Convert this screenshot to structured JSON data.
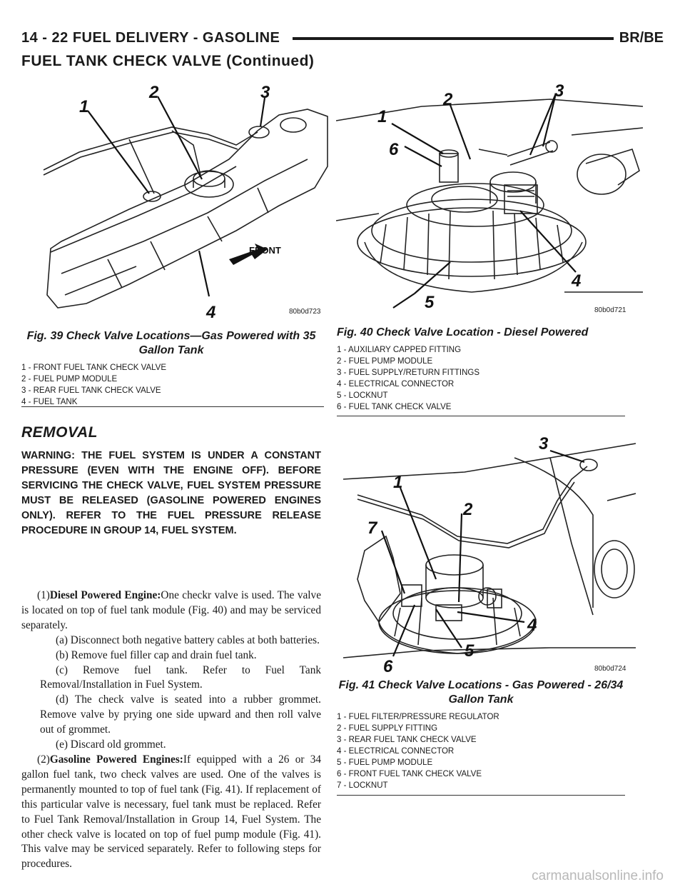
{
  "header": {
    "page_ref": "14 - 22   FUEL DELIVERY - GASOLINE",
    "code": "BR/BE"
  },
  "continued_title": "FUEL TANK CHECK VALVE (Continued)",
  "figures": {
    "fig39": {
      "callouts": [
        "1",
        "2",
        "3",
        "4"
      ],
      "front_label": "FRONT",
      "image_code": "80b0d723",
      "title": "Fig. 39 Check Valve Locations—Gas Powered with 35 Gallon Tank",
      "legend": [
        "1 - FRONT FUEL TANK CHECK VALVE",
        "2 - FUEL PUMP MODULE",
        "3 - REAR FUEL TANK CHECK VALVE",
        "4 - FUEL TANK"
      ]
    },
    "fig40": {
      "callouts": [
        "1",
        "2",
        "3",
        "4",
        "5",
        "6"
      ],
      "image_code": "80b0d721",
      "title": "Fig. 40 Check Valve Location - Diesel Powered",
      "legend": [
        "1 - AUXILIARY CAPPED FITTING",
        "2 - FUEL PUMP MODULE",
        "3 - FUEL SUPPLY/RETURN FITTINGS",
        "4 - ELECTRICAL CONNECTOR",
        "5 - LOCKNUT",
        "6 - FUEL TANK CHECK VALVE"
      ]
    },
    "fig41": {
      "callouts": [
        "1",
        "2",
        "3",
        "4",
        "5",
        "6",
        "7"
      ],
      "image_code": "80b0d724",
      "title": "Fig. 41 Check Valve Locations - Gas Powered - 26/34 Gallon Tank",
      "legend": [
        "1 - FUEL FILTER/PRESSURE REGULATOR",
        "2 - FUEL SUPPLY FITTING",
        "3 - REAR FUEL TANK CHECK VALVE",
        "4 - ELECTRICAL CONNECTOR",
        "5 - FUEL PUMP MODULE",
        "6 - FRONT FUEL TANK CHECK VALVE",
        "7 - LOCKNUT"
      ]
    }
  },
  "removal": {
    "heading": "REMOVAL",
    "warning": "WARNING: THE FUEL SYSTEM IS UNDER A CONSTANT PRESSURE (EVEN WITH THE ENGINE OFF). BEFORE SERVICING THE CHECK VALVE, FUEL SYSTEM PRESSURE MUST BE RELEASED (GASOLINE POWERED ENGINES ONLY). REFER TO THE FUEL PRESSURE RELEASE PROCEDURE IN GROUP 14, FUEL SYSTEM.",
    "step1_num": "(1)",
    "step1_head": "Diesel Powered Engine:",
    "step1_text": "One checkr valve is used. The valve is located on top of fuel tank module (Fig. 40) and may be serviced separately.",
    "step1_a": "(a) Disconnect both negative battery cables at both batteries.",
    "step1_b": "(b) Remove fuel filler cap and drain fuel tank.",
    "step1_c": "(c) Remove fuel tank. Refer to Fuel Tank Removal/Installation in Fuel System.",
    "step1_d": "(d) The check valve is seated into a rubber grommet. Remove valve by prying one side upward and then roll valve out of grommet.",
    "step1_e": "(e) Discard old grommet.",
    "step2_num": "(2)",
    "step2_head": "Gasoline Powered Engines:",
    "step2_text": "If equipped with a 26 or 34 gallon fuel tank, two check valves are used. One of the valves is permanently mounted to top of fuel tank (Fig. 41). If replacement of this particular valve is necessary, fuel tank must be replaced. Refer to Fuel Tank Removal/Installation in Group 14, Fuel System. The other check valve is located on top of fuel pump module (Fig. 41). This valve may be serviced separately. Refer to following steps for procedures."
  },
  "watermark": "carmanualsonline.info"
}
